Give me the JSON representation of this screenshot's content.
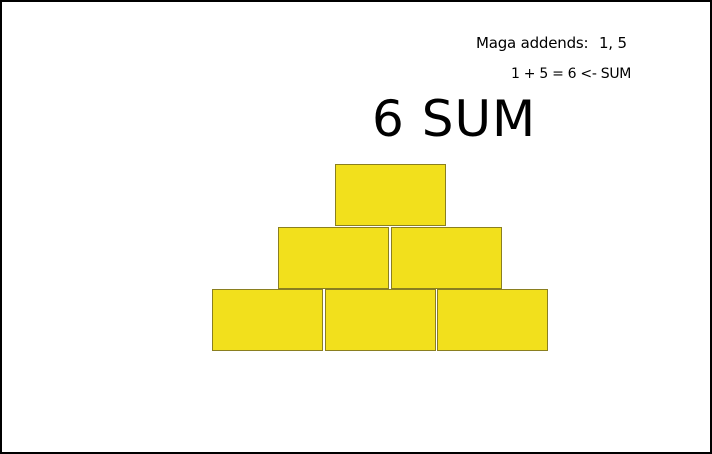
{
  "header": {
    "addends_label": "Maga addends:",
    "addends_values": "1, 5",
    "equation": "1 + 5 = 6 <- SUM"
  },
  "main": {
    "sum_title": "6 SUM"
  },
  "pyramid": {
    "block_color": "#f2e01c",
    "rows": [
      1,
      2,
      3
    ],
    "block_count": 6
  }
}
